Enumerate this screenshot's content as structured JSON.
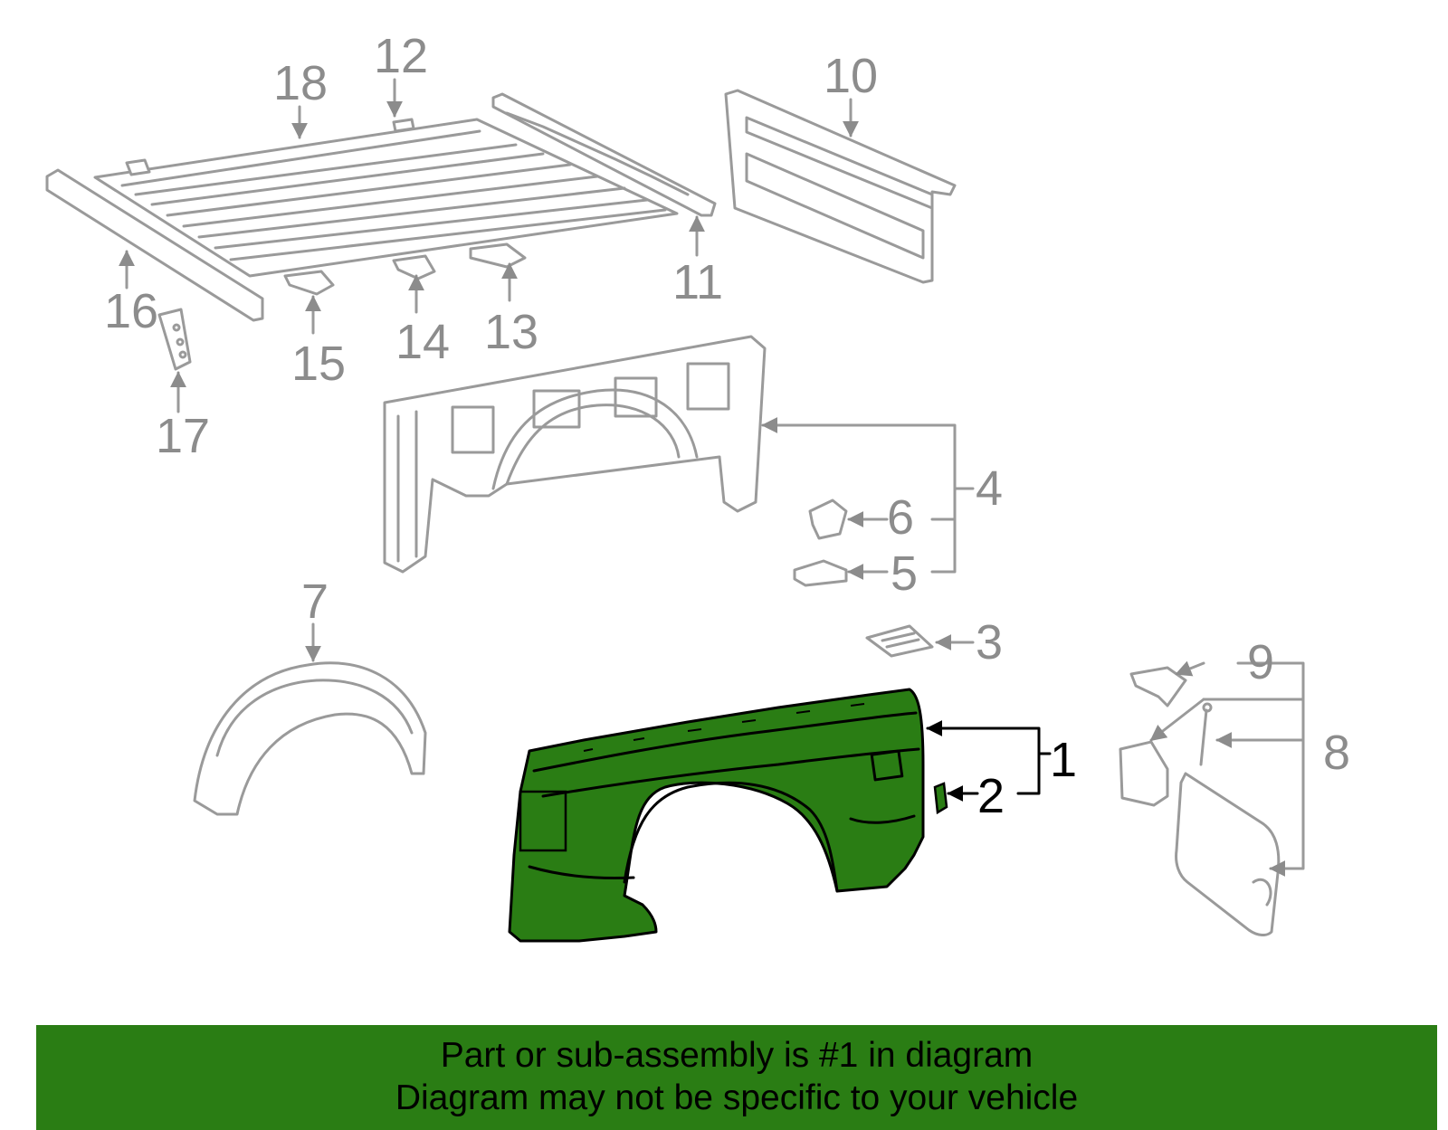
{
  "colors": {
    "highlight": "#2a7d14",
    "part_outline": "#9a9a9a",
    "label_gray": "#8c8c8c",
    "banner": "#2a7d14"
  },
  "callouts": [
    "1",
    "2",
    "3",
    "4",
    "5",
    "6",
    "7",
    "8",
    "9",
    "10",
    "11",
    "12",
    "13",
    "14",
    "15",
    "16",
    "17",
    "18"
  ],
  "banner": {
    "line1": "Part or sub-assembly is #1 in diagram",
    "line2": "Diagram may not be specific to your vehicle"
  }
}
